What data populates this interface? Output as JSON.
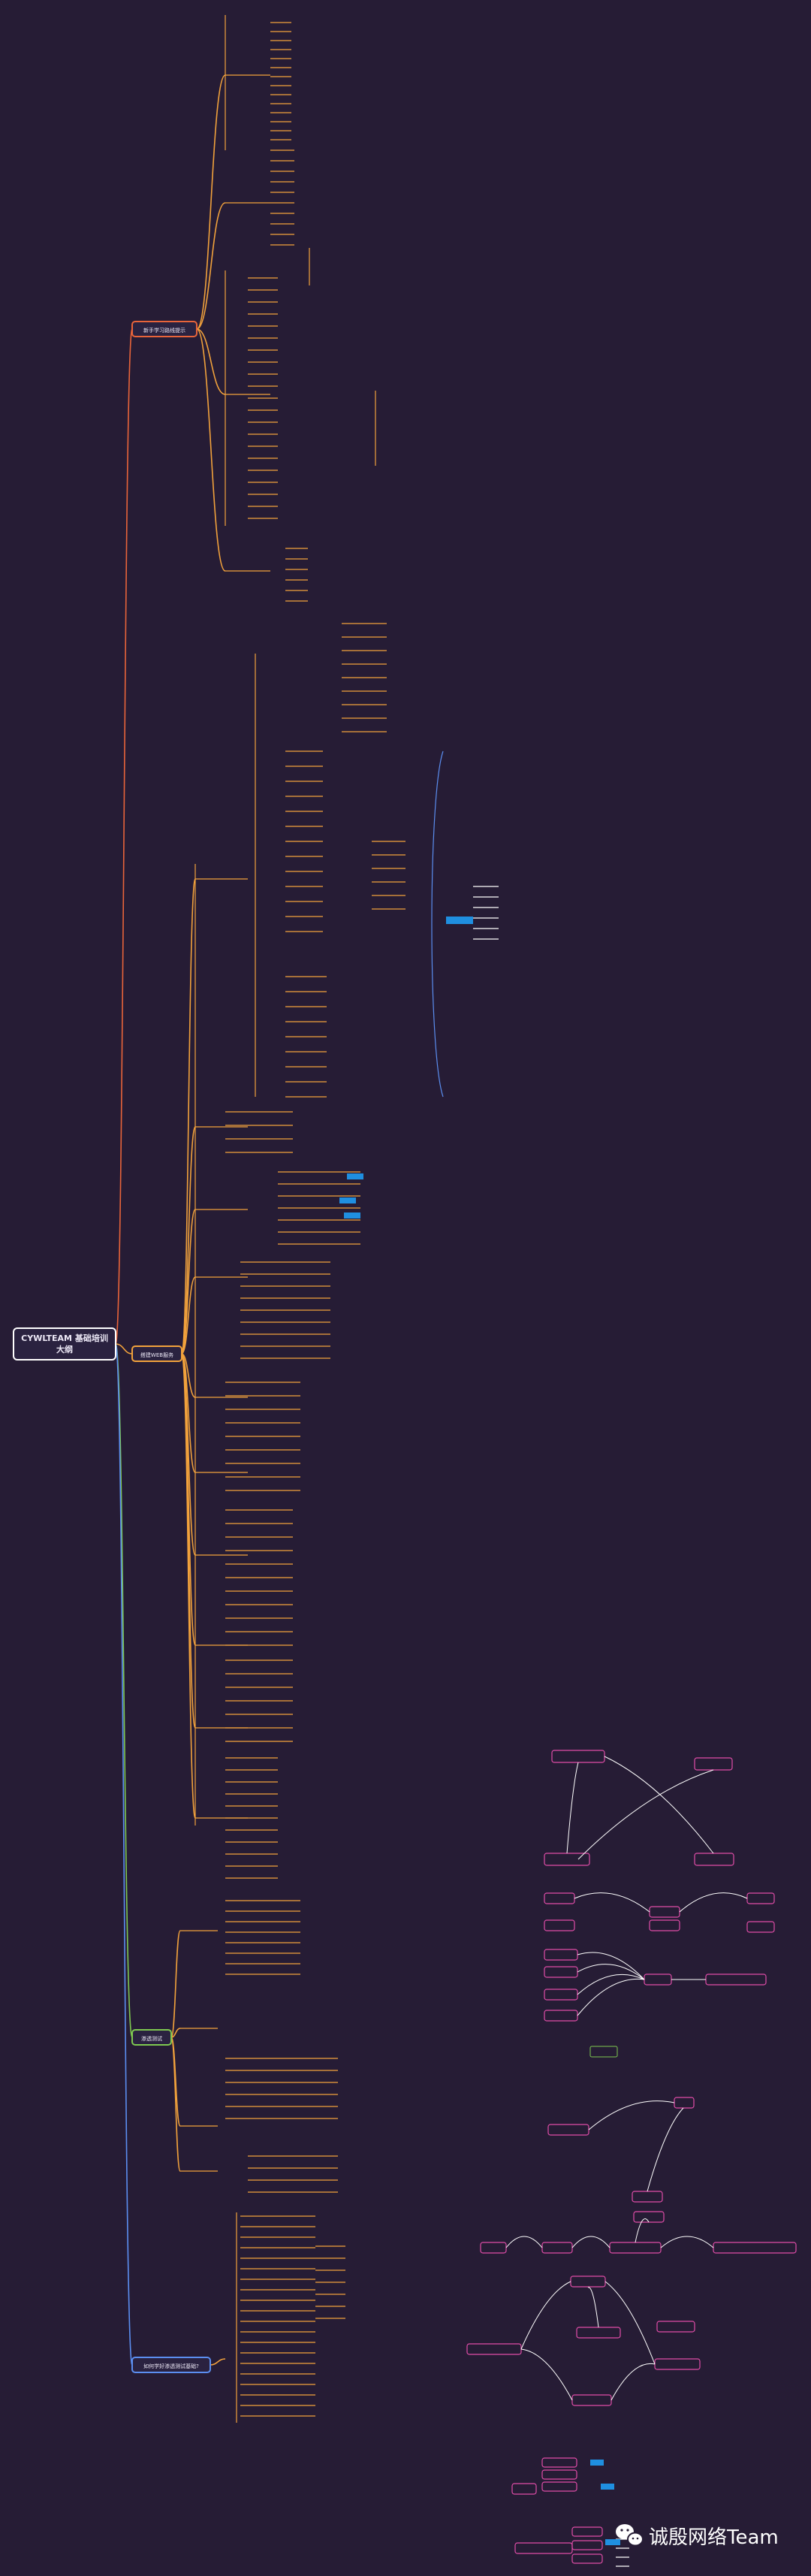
{
  "mindmap": {
    "root": "CYWLTEAM 基础培训\n大纲",
    "branches": [
      {
        "key": "b1",
        "label": "新手学习路线提示",
        "color": "#e8643a"
      },
      {
        "key": "b2",
        "label": "搭建WEB服务",
        "color": "#f2a23c"
      },
      {
        "key": "b3",
        "label": "渗透测试",
        "color": "#7ec850"
      },
      {
        "key": "b4",
        "label": "如何学好渗透测试基础?",
        "color": "#5b8ef0"
      }
    ]
  },
  "watermark": {
    "label": "诚殷网络Team",
    "icon": "wechat-icon"
  },
  "colors": {
    "background": "#261c35",
    "level2": "#f2a23c",
    "highlight": "#1f8fe0",
    "pink": "#e04da8"
  }
}
